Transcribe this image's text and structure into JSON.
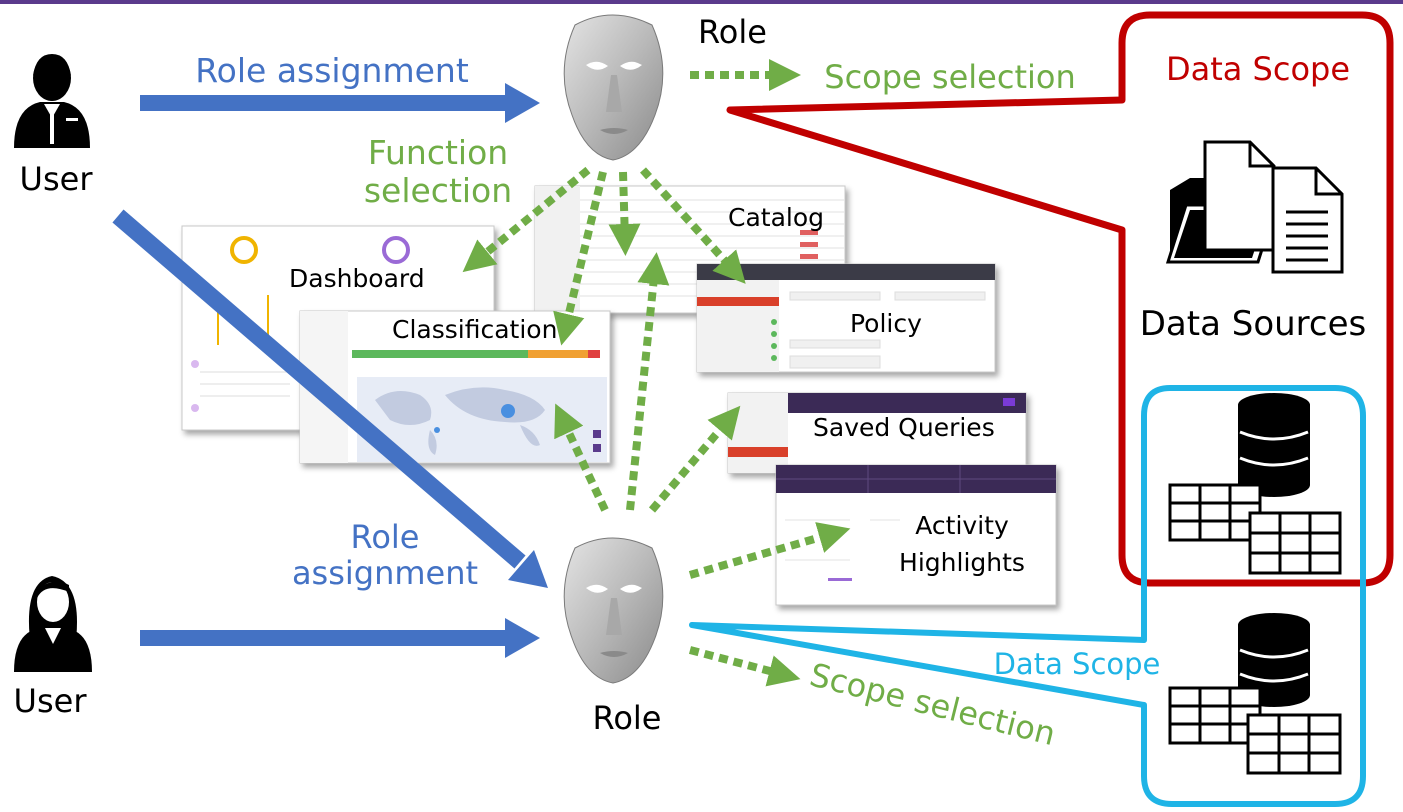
{
  "labels": {
    "role_top": "Role",
    "role_bottom": "Role",
    "user_top": "User",
    "user_bottom": "User",
    "role_assignment_top": "Role assignment",
    "role_assignment_bottom_1": "Role",
    "role_assignment_bottom_2": "assignment",
    "scope_selection_top": "Scope selection",
    "scope_selection_bottom": "Scope selection",
    "function_selection_1": "Function",
    "function_selection_2": "selection",
    "data_scope_top": "Data Scope",
    "data_scope_bottom": "Data Scope",
    "data_sources": "Data Sources"
  },
  "screens": {
    "catalog": "Catalog",
    "dashboard": "Dashboard",
    "classification": "Classification",
    "policy": "Policy",
    "saved_queries": "Saved Queries",
    "activity_1": "Activity",
    "activity_2": "Highlights"
  },
  "colors": {
    "blue_arrow": "#4472c4",
    "green_arrow": "#70ad47",
    "red_scope": "#c00000",
    "cyan_scope": "#1fb4e6",
    "purple_bar": "#5b3a8c"
  },
  "icons": [
    "user-male-icon",
    "user-female-icon",
    "mask-icon",
    "folder-icon",
    "document-icon",
    "database-icon",
    "table-icon"
  ]
}
